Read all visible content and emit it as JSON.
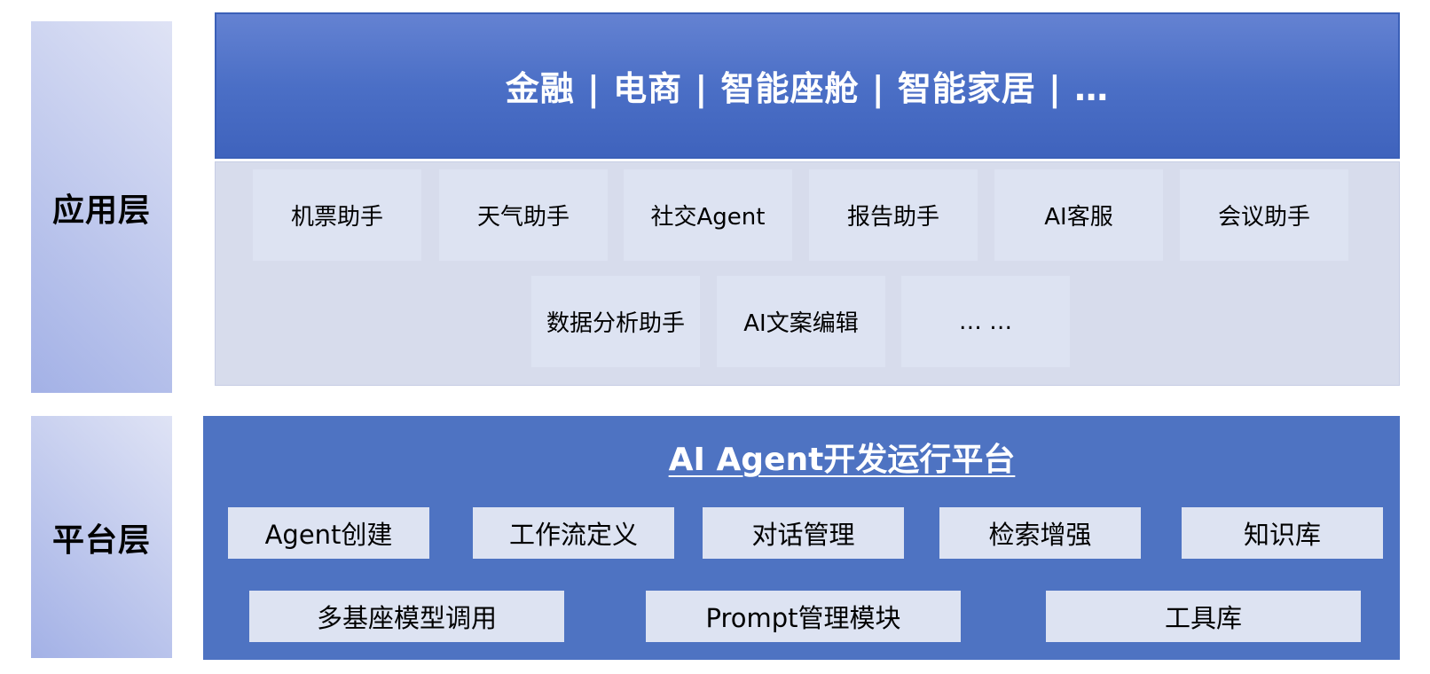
{
  "layers": {
    "application": {
      "label": "应用层",
      "industries": "金融 | 电商 | 智能座舱 | 智能家居 | …",
      "items": [
        "机票助手",
        "天气助手",
        "社交Agent",
        "报告助手",
        "AI客服",
        "会议助手",
        "数据分析助手",
        "AI文案编辑",
        "… …"
      ]
    },
    "platform": {
      "label": "平台层",
      "title": "AI Agent开发运行平台",
      "items": [
        "Agent创建",
        "工作流定义",
        "对话管理",
        "检索增强",
        "知识库",
        "多基座模型调用",
        "Prompt管理模块",
        "工具库"
      ]
    }
  },
  "colors": {
    "label_gradient_start": "#a3b1e6",
    "label_gradient_end": "#dfe3f5",
    "banner_blue": "#4b6fc6",
    "app_area_bg": "#d7dcec",
    "box_bg": "#dde3f2",
    "platform_blue": "#4e73c2"
  }
}
